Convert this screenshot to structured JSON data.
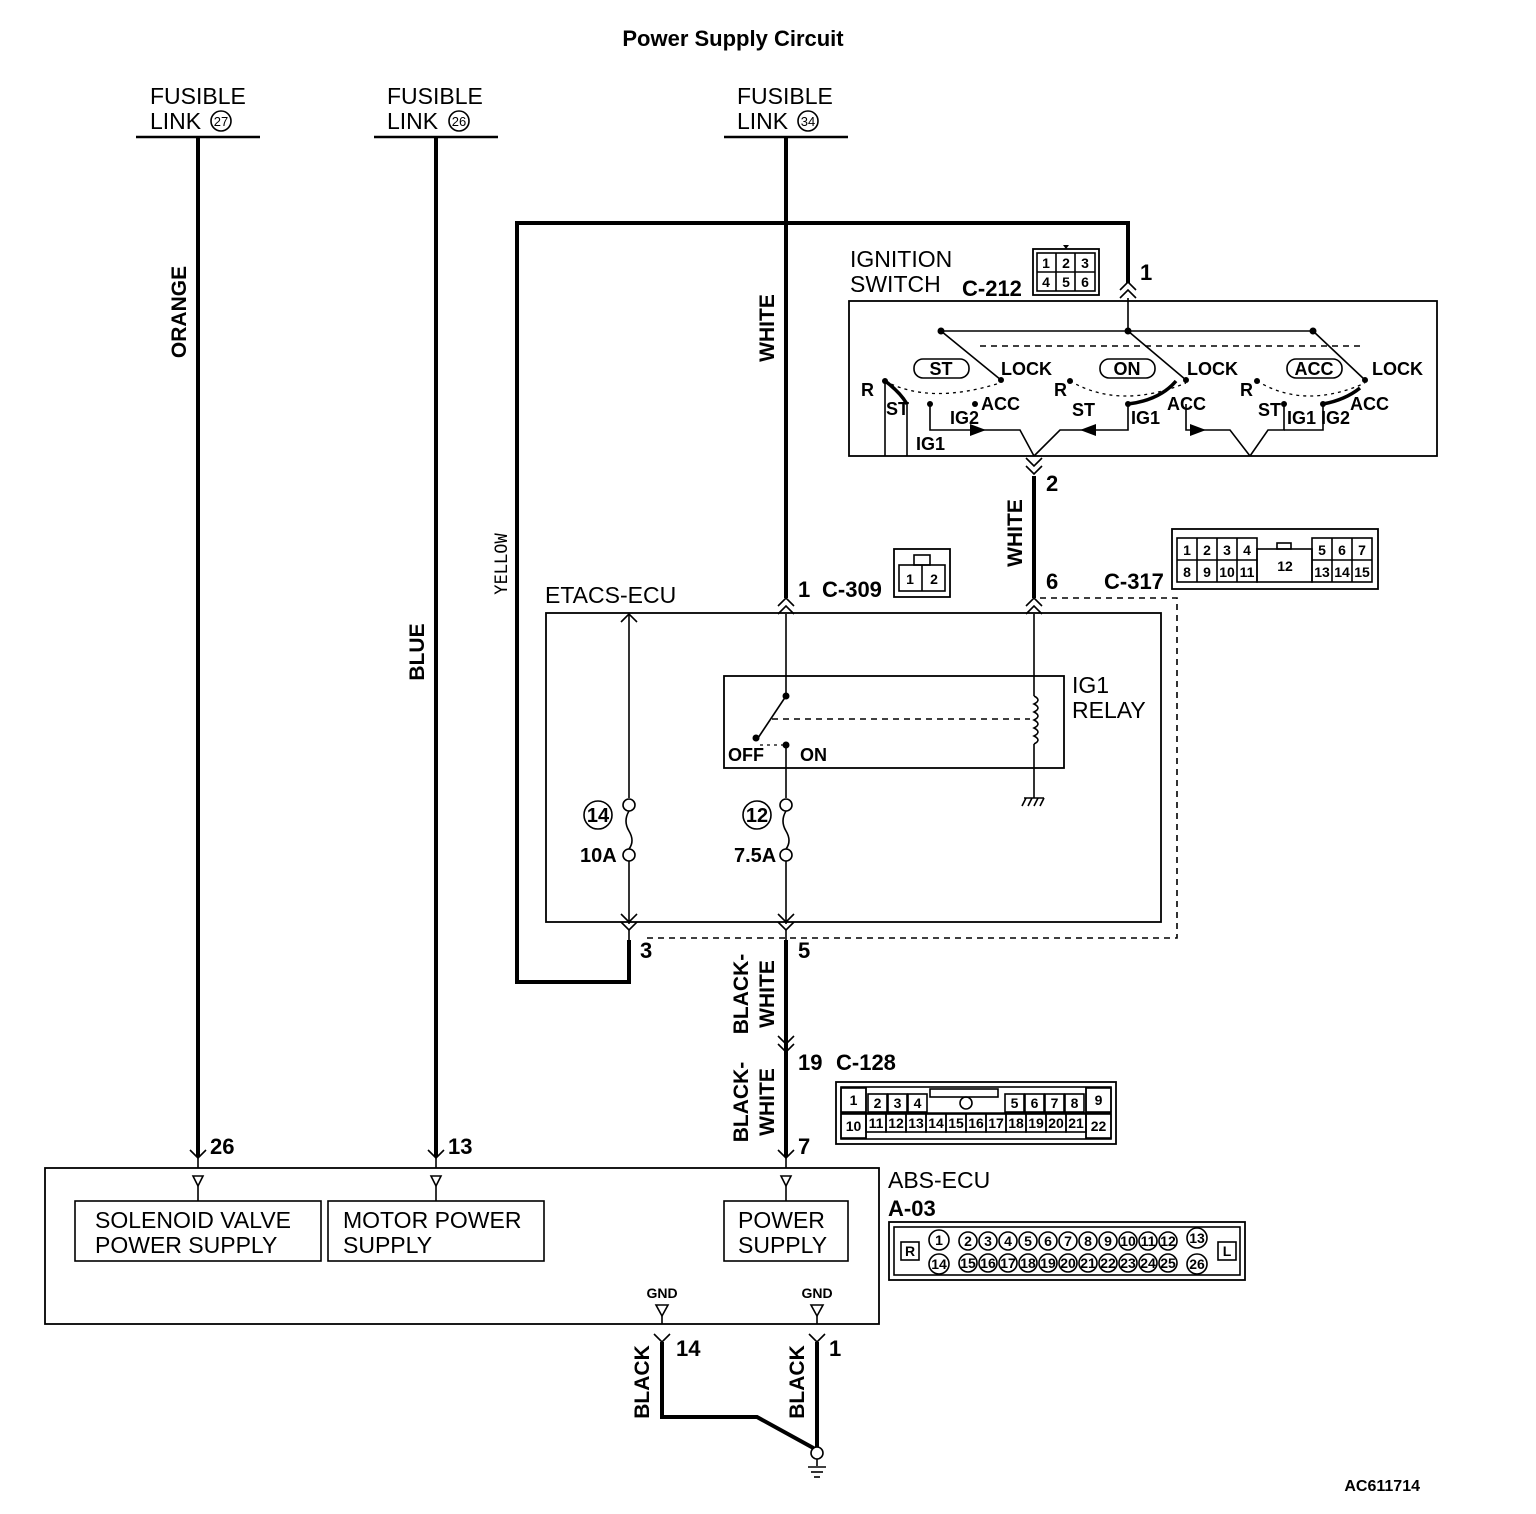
{
  "title": "Power Supply Circuit",
  "figure_id": "AC611714",
  "fusible_links": [
    {
      "line1": "FUSIBLE",
      "line2": "LINK",
      "num": "27"
    },
    {
      "line1": "FUSIBLE",
      "line2": "LINK",
      "num": "26"
    },
    {
      "line1": "FUSIBLE",
      "line2": "LINK",
      "num": "34"
    }
  ],
  "wire_colors": {
    "orange": "ORANGE",
    "blue": "BLUE",
    "white_main": "WHITE",
    "yellow": "YELLOW",
    "white_ign": "WHITE",
    "bw1_line1": "BLACK-",
    "bw1_line2": "WHITE",
    "bw2_line1": "BLACK-",
    "bw2_line2": "WHITE",
    "black1": "BLACK",
    "black2": "BLACK"
  },
  "ignition_switch": {
    "line1": "IGNITION",
    "line2": "SWITCH",
    "connector": "C-212",
    "connector_pins": [
      "1",
      "2",
      "3",
      "4",
      "5",
      "6"
    ],
    "pin_in": "1",
    "pin_out": "2",
    "positions": [
      "ST",
      "ON",
      "ACC"
    ],
    "lock": "LOCK",
    "r": "R",
    "st": "ST",
    "acc": "ACC",
    "ig1": "IG1",
    "ig2": "IG2"
  },
  "etacs": {
    "label": "ETACS-ECU",
    "pin_1": "1",
    "conn_c309": "C-309",
    "c309_pins": [
      "1",
      "2"
    ],
    "pin_6": "6",
    "conn_c317": "C-317",
    "c317_top": [
      "1",
      "2",
      "3",
      "4",
      "5",
      "6",
      "7"
    ],
    "c317_bottom": [
      "8",
      "9",
      "10",
      "11",
      "13",
      "14",
      "15"
    ],
    "c317_center": "12",
    "relay_line1": "IG1",
    "relay_line2": "RELAY",
    "off": "OFF",
    "on": "ON",
    "fuse1_num": "14",
    "fuse1_rating": "10A",
    "fuse2_num": "12",
    "fuse2_rating": "7.5A",
    "pin_3": "3",
    "pin_5": "5"
  },
  "c128": {
    "pin": "19",
    "connector": "C-128",
    "pins": [
      "1",
      "2",
      "3",
      "4",
      "5",
      "6",
      "7",
      "8",
      "9",
      "10",
      "11",
      "12",
      "13",
      "14",
      "15",
      "16",
      "17",
      "18",
      "19",
      "20",
      "21",
      "22"
    ]
  },
  "abs": {
    "label": "ABS-ECU",
    "connector": "A-03",
    "pin_26": "26",
    "pin_13": "13",
    "pin_7": "7",
    "pin_14": "14",
    "pin_1": "1",
    "box1_line1": "SOLENOID VALVE",
    "box1_line2": "POWER SUPPLY",
    "box2_line1": "MOTOR POWER",
    "box2_line2": "SUPPLY",
    "box3_line1": "POWER",
    "box3_line2": "SUPPLY",
    "gnd": "GND",
    "a03_r": "R",
    "a03_l": "L",
    "a03_top": [
      "1",
      "2",
      "3",
      "4",
      "5",
      "6",
      "7",
      "8",
      "9",
      "10",
      "11",
      "12",
      "13"
    ],
    "a03_bottom": [
      "14",
      "15",
      "16",
      "17",
      "18",
      "19",
      "20",
      "21",
      "22",
      "23",
      "24",
      "25",
      "26"
    ]
  }
}
